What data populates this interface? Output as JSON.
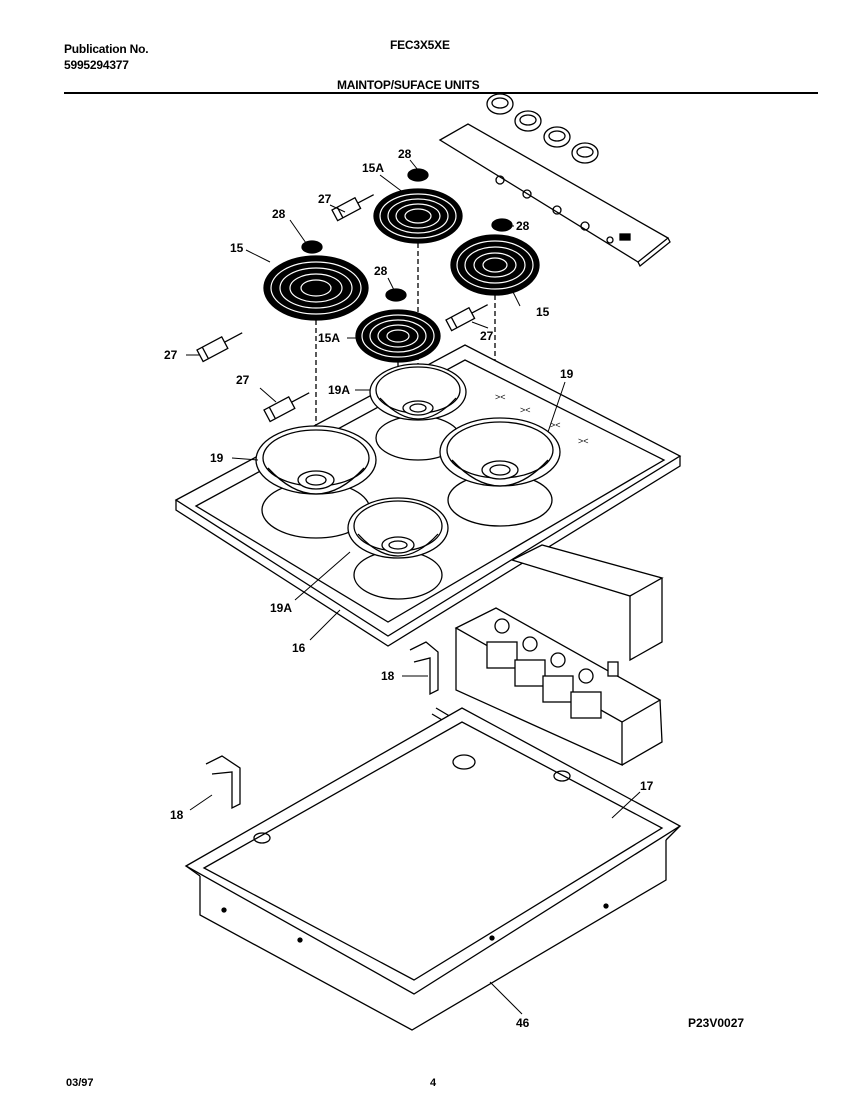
{
  "header": {
    "publication_label": "Publication No.",
    "publication_number": "5995294377",
    "model": "FEC3X5XE",
    "section_title": "MAINTOP/SUFACE UNITS"
  },
  "diagram": {
    "parts": [
      {
        "id": "p28a",
        "label": "28"
      },
      {
        "id": "p15Aa",
        "label": "15A"
      },
      {
        "id": "p27a",
        "label": "27"
      },
      {
        "id": "p28b",
        "label": "28"
      },
      {
        "id": "p28c",
        "label": "28"
      },
      {
        "id": "p15a",
        "label": "15"
      },
      {
        "id": "p28d",
        "label": "28"
      },
      {
        "id": "p15b",
        "label": "15"
      },
      {
        "id": "p15Ab",
        "label": "15A"
      },
      {
        "id": "p27b",
        "label": "27"
      },
      {
        "id": "p27c",
        "label": "27"
      },
      {
        "id": "p19Aa",
        "label": "19A"
      },
      {
        "id": "p27d",
        "label": "27"
      },
      {
        "id": "p19a",
        "label": "19"
      },
      {
        "id": "p19b",
        "label": "19"
      },
      {
        "id": "p19Ab",
        "label": "19A"
      },
      {
        "id": "p16",
        "label": "16"
      },
      {
        "id": "p18a",
        "label": "18"
      },
      {
        "id": "p17",
        "label": "17"
      },
      {
        "id": "p18b",
        "label": "18"
      },
      {
        "id": "p46",
        "label": "46"
      }
    ],
    "drawing_code": "P23V0027"
  },
  "footer": {
    "date": "03/97",
    "page": "4"
  }
}
